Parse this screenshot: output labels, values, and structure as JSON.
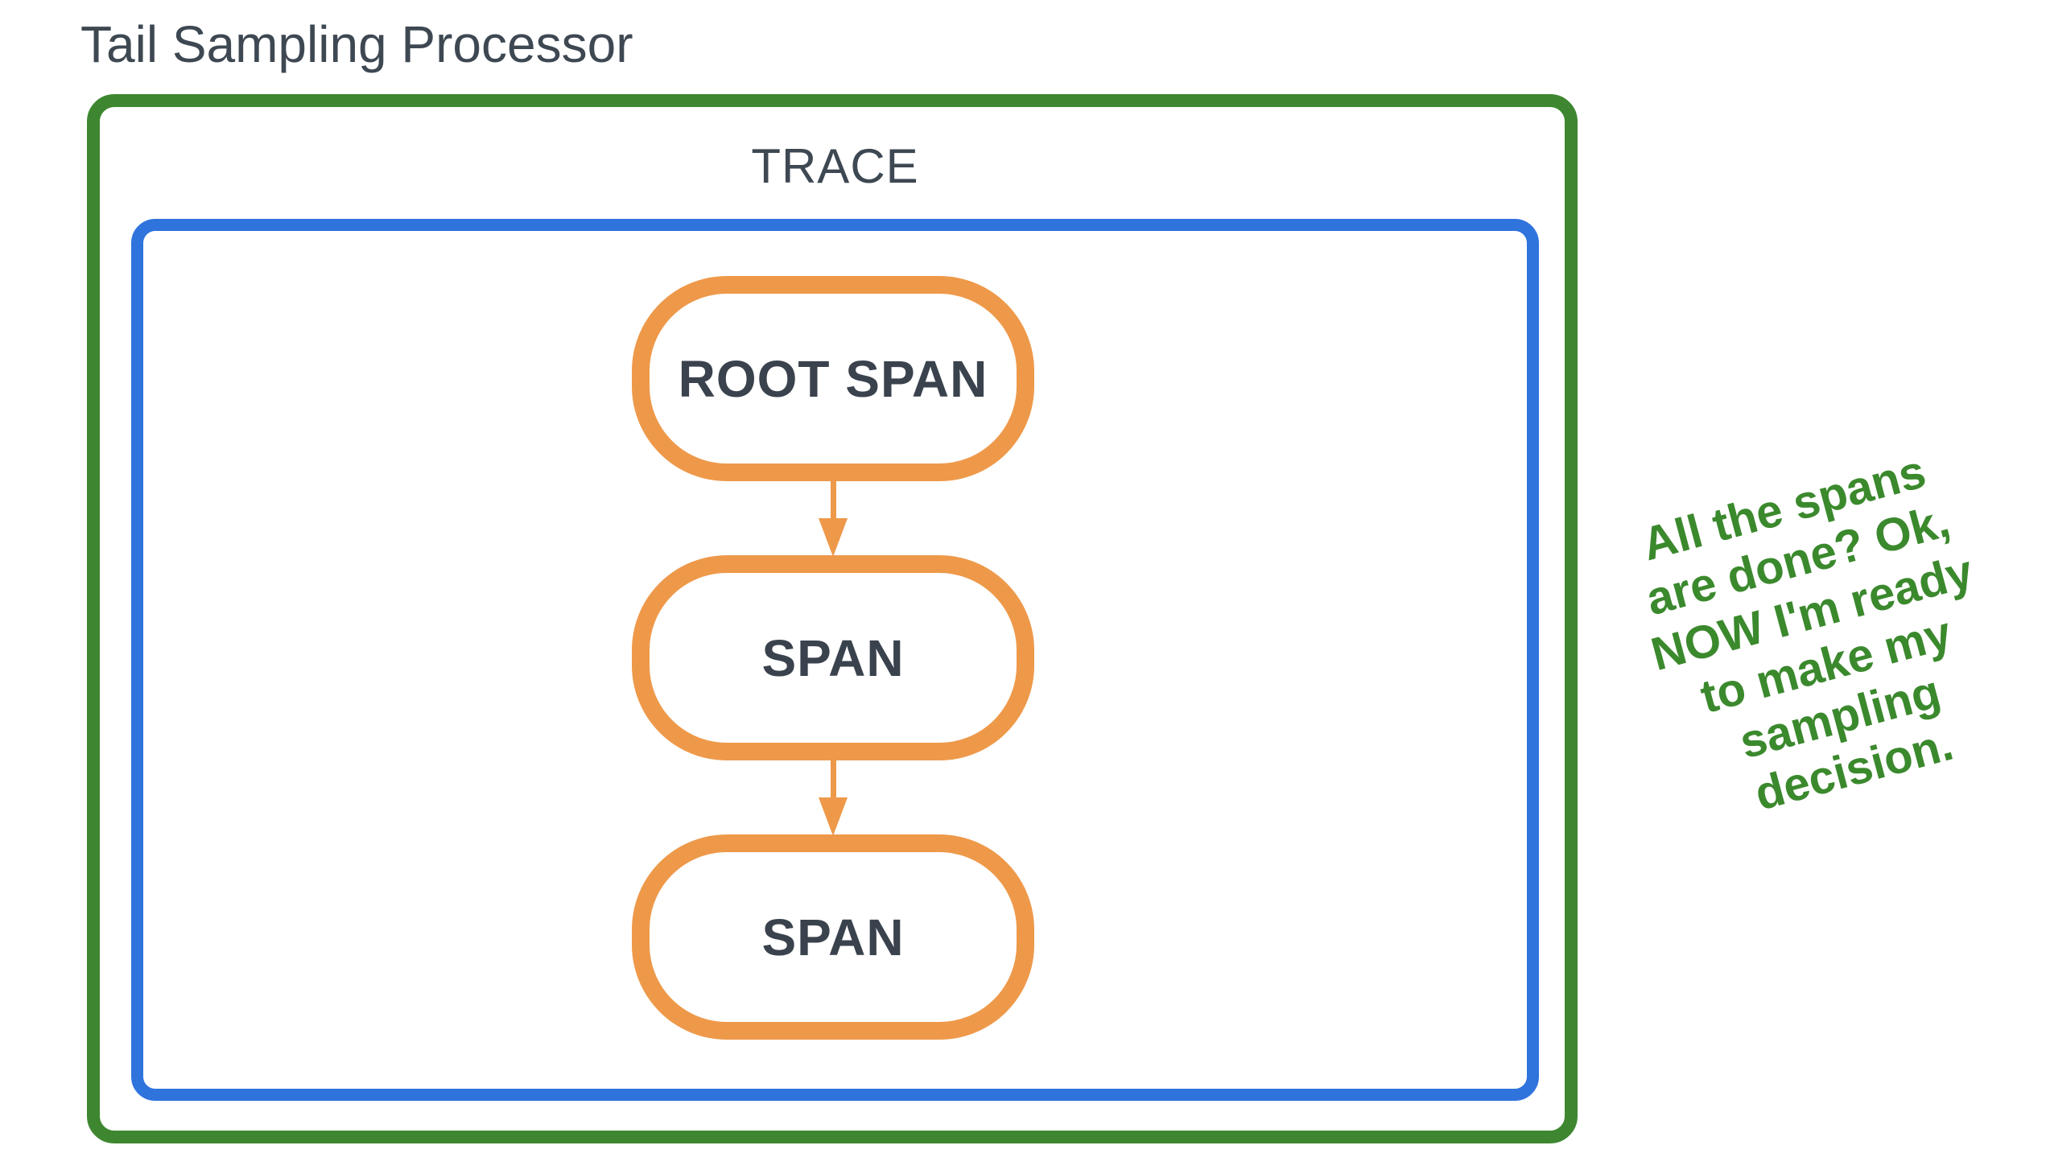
{
  "title": "Tail Sampling Processor",
  "trace": {
    "label": "TRACE"
  },
  "spans": [
    {
      "label": "ROOT SPAN"
    },
    {
      "label": "SPAN"
    },
    {
      "label": "SPAN"
    }
  ],
  "annotation": {
    "lines": [
      "All the spans",
      "are done? Ok,",
      "NOW I'm ready",
      "to make my",
      "sampling",
      "decision."
    ],
    "full_text": "All the spans are done? Ok, NOW I'm ready to make my sampling decision."
  },
  "colors": {
    "green": "#3E8730",
    "green_text": "#3B892D",
    "blue": "#2F73DD",
    "orange": "#EE994A",
    "dark": "#3A424D",
    "title_color": "#3E4852"
  }
}
